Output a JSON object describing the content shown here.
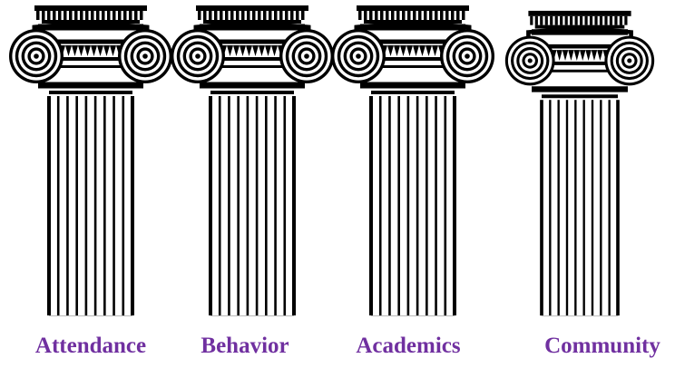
{
  "colors": {
    "label": "#7030a0",
    "column": "#000000"
  },
  "pillars": [
    {
      "label": "Attendance",
      "icon": "ionic-column-icon"
    },
    {
      "label": "Behavior",
      "icon": "ionic-column-icon"
    },
    {
      "label": "Academics",
      "icon": "ionic-column-icon"
    },
    {
      "label": "Community",
      "icon": "ionic-column-icon"
    }
  ]
}
